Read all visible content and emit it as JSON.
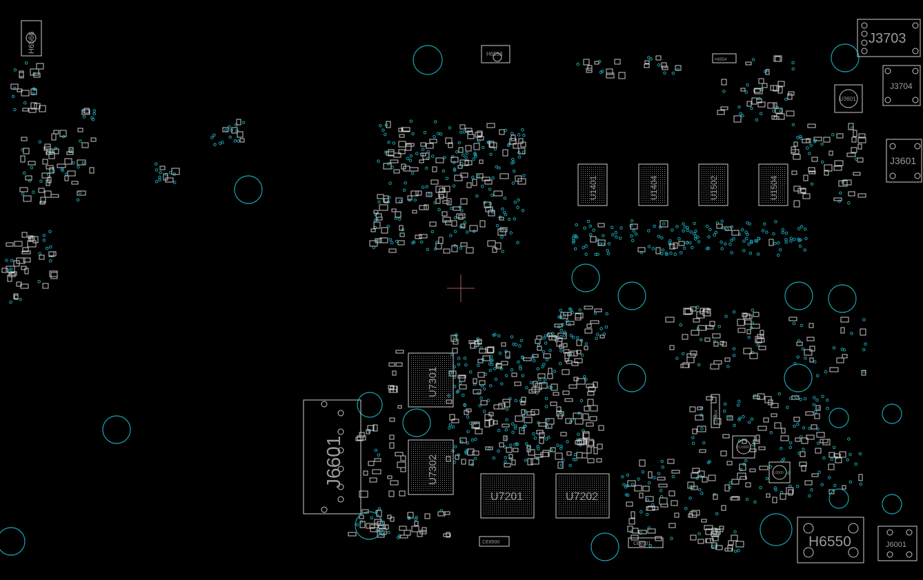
{
  "board": {
    "background": "#000000",
    "outline_color": "#cfcfcf",
    "via_color": "#17a6b4",
    "label_color": "#9a9a9a",
    "cursor_color": "#b05a5a"
  },
  "labels": {
    "h6566": "H6566",
    "h6553": "H6553",
    "h6554": "H6554",
    "j3703": "J3703",
    "j3704": "J3704",
    "u3601": "U3601",
    "j3601": "J3601",
    "u1401": "U1401",
    "u1404": "U1404",
    "u1502": "U1502",
    "u1504": "U1504",
    "u7301": "U7301",
    "u7302": "U7302",
    "j6601": "J6601",
    "u7201": "U7201",
    "u7202": "U7202",
    "h6550": "H6550",
    "j6001": "J6001",
    "ce8500": "CE8500",
    "ce8501": "CE8501",
    "pu3300": "PU3300",
    "u3300": "U3300",
    "ce8504": "CE8504"
  }
}
